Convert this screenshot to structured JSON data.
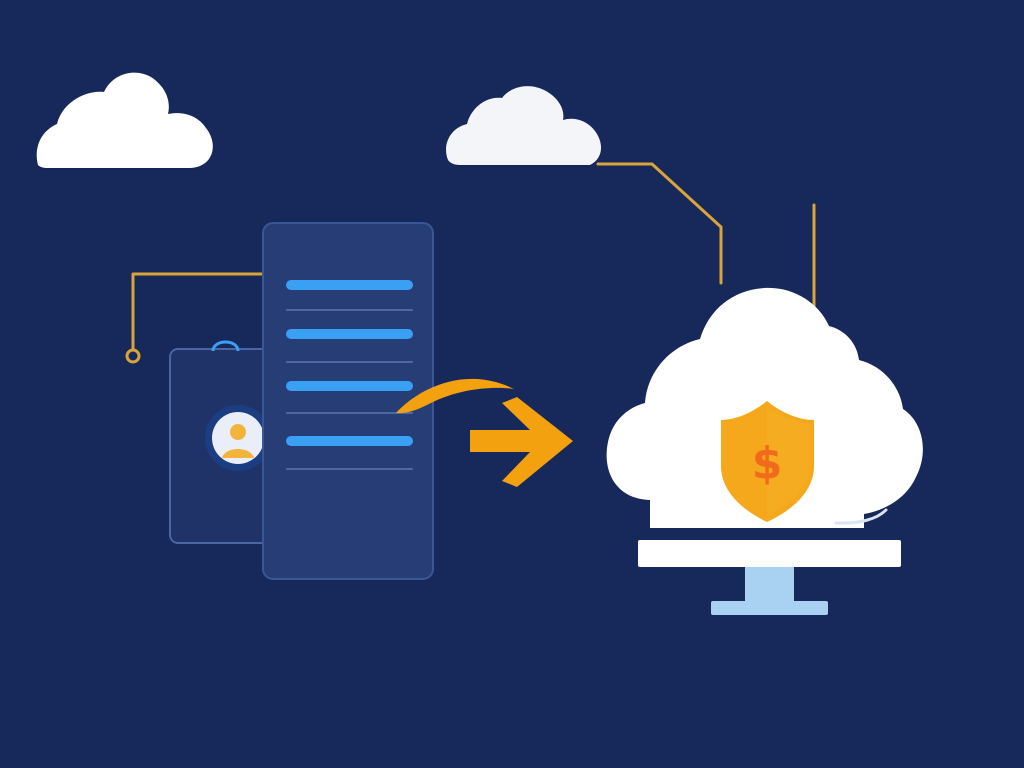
{
  "illustration": {
    "theme": "dark-navy",
    "elements": [
      "cloud-icon",
      "cloud-icon",
      "server-panel",
      "user-id-card",
      "user-icon",
      "arrow-icon",
      "cloud-icon",
      "shield-icon",
      "dollar-icon",
      "monitor-icon"
    ],
    "shield_symbol": "$"
  },
  "colors": {
    "background": "#17285a",
    "panel": "#273f77",
    "panel_border": "#3a5592",
    "card": "#1e3469",
    "card_border": "#46619c",
    "line_accent": "#3aa0f3",
    "line_muted": "#50679f",
    "connector": "#d9a43a",
    "arrow": "#f4a10f",
    "shield": "#f5a81c",
    "shield_text": "#f26a1b",
    "cloud": "#ffffff",
    "cloud_soft": "#eef2f8",
    "monitor_stand": "#a9d2f2",
    "avatar_bg": "#e9eef8",
    "avatar_fg": "#f3b43b"
  }
}
